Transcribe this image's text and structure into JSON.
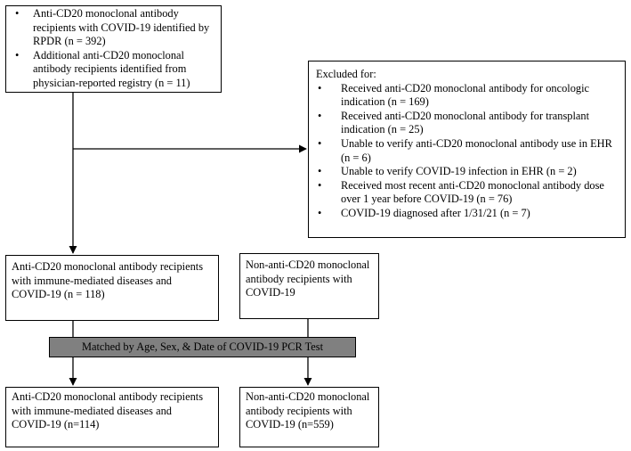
{
  "source_box": {
    "items": [
      "Anti-CD20 monoclonal antibody recipients with COVID-19 identified by RPDR (n = 392)",
      "Additional anti-CD20 monoclonal antibody recipients identified from physician-reported registry (n = 11)"
    ]
  },
  "exclusion_box": {
    "title": "Excluded for:",
    "items": [
      "Received anti-CD20 monoclonal antibody for oncologic indication (n = 169)",
      "Received anti-CD20 monoclonal antibody for transplant indication (n = 25)",
      "Unable to verify anti-CD20 monoclonal antibody use in EHR (n = 6)",
      "Unable to verify COVID-19 infection in EHR (n = 2)",
      "Received most recent anti-CD20 monoclonal antibody dose over 1 year before COVID-19 (n = 76)",
      "COVID-19 diagnosed after 1/31/21 (n = 7)"
    ]
  },
  "cohort_left": "Anti-CD20 monoclonal antibody recipients with immune-mediated diseases and COVID-19 (n = 118)",
  "cohort_right": "Non-anti-CD20 monoclonal antibody recipients with COVID-19",
  "matching_label": "Matched by Age, Sex, & Date of COVID-19 PCR Test",
  "final_left": "Anti-CD20 monoclonal antibody recipients with immune-mediated diseases and COVID-19 (n=114)",
  "final_right": "Non-anti-CD20 monoclonal antibody recipients with COVID-19 (n=559)",
  "colors": {
    "matching_fill": "#808080",
    "line": "#000000"
  }
}
